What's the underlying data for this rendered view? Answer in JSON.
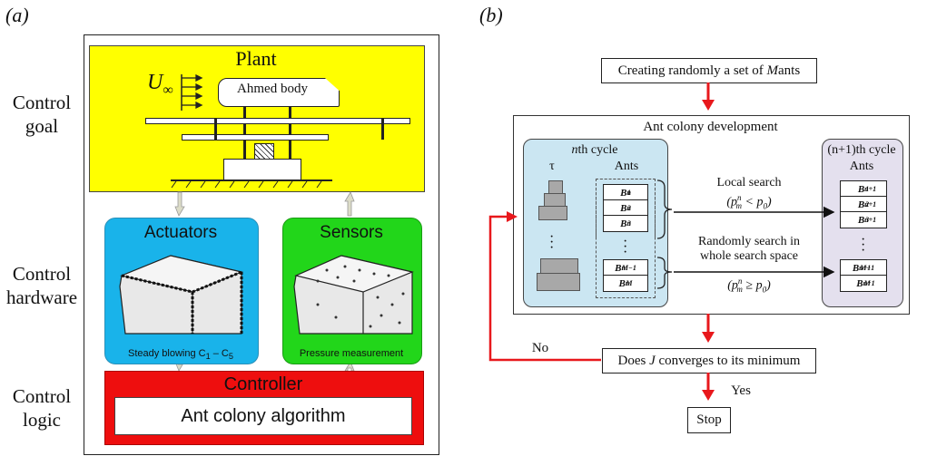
{
  "panel_a": {
    "tag": "(a)",
    "side_labels": {
      "goal_line1": "Control",
      "goal_line2": "goal",
      "hardware_line1": "Control",
      "hardware_line2": "hardware",
      "logic_line1": "Control",
      "logic_line2": "logic"
    },
    "plant": {
      "title": "Plant",
      "velocity_symbol": "U",
      "velocity_subscript": "∞",
      "body_label": "Ahmed body"
    },
    "actuators": {
      "title": "Actuators",
      "caption": "Steady blowing C",
      "caption_sub1": "1",
      "caption_dash": " – C",
      "caption_sub2": "5"
    },
    "sensors": {
      "title": "Sensors",
      "caption": "Pressure measurement"
    },
    "controller": {
      "title": "Controller",
      "algorithm": "Ant colony algorithm"
    },
    "colors": {
      "plant": "#ffff00",
      "actuators": "#19b3ea",
      "sensors": "#22d61a",
      "controller": "#ee0e0e"
    }
  },
  "panel_b": {
    "tag": "(b)",
    "create_step": {
      "text_prefix": "Creating randomly a set of ",
      "text_var": "M",
      "text_suffix": " ants"
    },
    "development": {
      "title": "Ant colony development"
    },
    "nth_cycle": {
      "title_var": "n",
      "title_suffix": "th cycle",
      "tau": "τ",
      "ants": "Ants"
    },
    "next_cycle": {
      "title": "(n+1)th cycle",
      "ants": "Ants"
    },
    "local_search": {
      "label": "Local search",
      "condition": "(p",
      "cond_sup": "n",
      "cond_sub": "m",
      "cond_rest": " < p",
      "cond_sub2": "0",
      "cond_close": ")"
    },
    "random_search": {
      "label_line1": "Randomly search in",
      "label_line2": "whole search space",
      "condition": "(p",
      "cond_sup": "n",
      "cond_sub": "m",
      "cond_rest": " ≥ p",
      "cond_sub2": "0",
      "cond_close": ")"
    },
    "ant_cells_n": [
      "B",
      "B",
      "B",
      "B",
      "B"
    ],
    "ant_subs_n": [
      "1",
      "2",
      "3",
      "M−1",
      "M"
    ],
    "ant_sup_n": "n",
    "ant_sup_n1": "n+1",
    "converge_step": {
      "prefix": "Does ",
      "var": "J",
      "suffix": " converges to its minimum"
    },
    "no_label": "No",
    "yes_label": "Yes",
    "stop_label": "Stop",
    "colors": {
      "arrow": "#e8181c",
      "nth_cycle": "#cbe6f2",
      "next_cycle": "#e4e0ee"
    }
  }
}
